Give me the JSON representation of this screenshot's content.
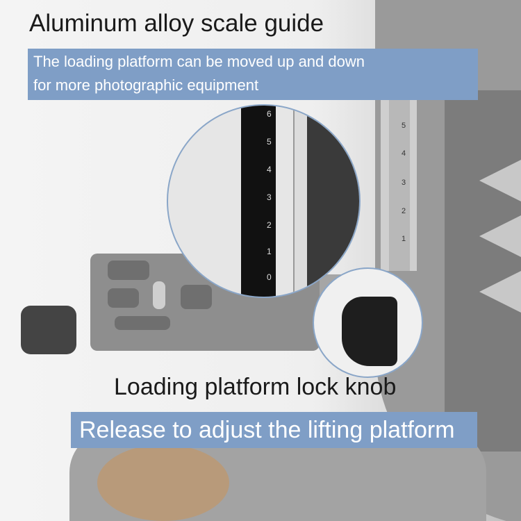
{
  "title": "Aluminum alloy scale guide",
  "banner": {
    "line1": "The loading platform can be moved up and down",
    "line2": "for more photographic equipment"
  },
  "zoom_scale_numbers": [
    "6",
    "5",
    "4",
    "3",
    "2",
    "1",
    "0"
  ],
  "rail_scale_numbers": [
    "5",
    "4",
    "3",
    "2",
    "1"
  ],
  "caption": "Loading platform lock knob",
  "bottom_banner": "Release to adjust the lifting platform",
  "colors": {
    "banner": "#7f9ec6",
    "circle_border": "#8aa6c8"
  }
}
